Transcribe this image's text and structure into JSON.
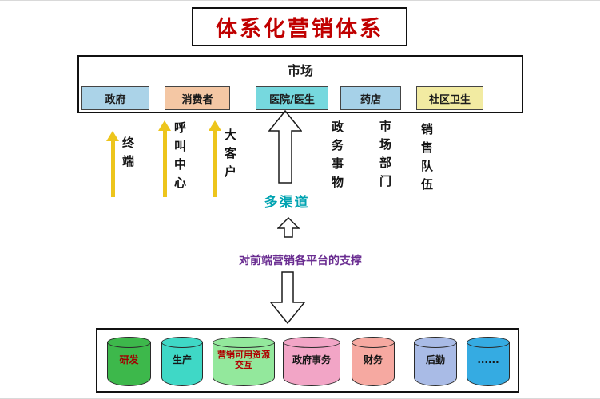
{
  "title": {
    "text": "体系化营销体系",
    "color": "#c00000"
  },
  "market": {
    "label": "市场",
    "segments": [
      {
        "label": "政府",
        "bg": "#abd3e8"
      },
      {
        "label": "消费者",
        "bg": "#f4c7a4"
      },
      {
        "label": "医院/医生",
        "bg": "#76d8de"
      },
      {
        "label": "药店",
        "bg": "#a6d1e8"
      },
      {
        "label": "社区卫生",
        "bg": "#f2eba2"
      }
    ]
  },
  "channels": {
    "arrow_color": "#edc51c",
    "left": [
      {
        "label": "终端"
      },
      {
        "label": "呼叫中心"
      },
      {
        "label": "大客户"
      }
    ],
    "multi_channel_label": "多渠道",
    "multi_channel_color": "#00a3b1",
    "right": [
      {
        "label": "政务事物"
      },
      {
        "label": "市场部门"
      },
      {
        "label": "销售队伍"
      }
    ]
  },
  "support_note": {
    "text": "对前端营销各平台的支撑",
    "color": "#6a2d91"
  },
  "backend": {
    "items": [
      {
        "label": "研发",
        "bg": "#3db84b",
        "label_color": "#a00000"
      },
      {
        "label": "生产",
        "bg": "#3fd8c6",
        "label_color": "#161616"
      },
      {
        "label": "营销可用资源交互",
        "bg": "#93e89c",
        "label_color": "#b00000"
      },
      {
        "label": "政府事务",
        "bg": "#f2a5c6",
        "label_color": "#161616"
      },
      {
        "label": "财务",
        "bg": "#f6a9a1",
        "label_color": "#161616"
      },
      {
        "label": "后勤",
        "bg": "#a9bbe6",
        "label_color": "#161616"
      },
      {
        "label": "......",
        "bg": "#35abe2",
        "label_color": "#161616"
      }
    ]
  }
}
